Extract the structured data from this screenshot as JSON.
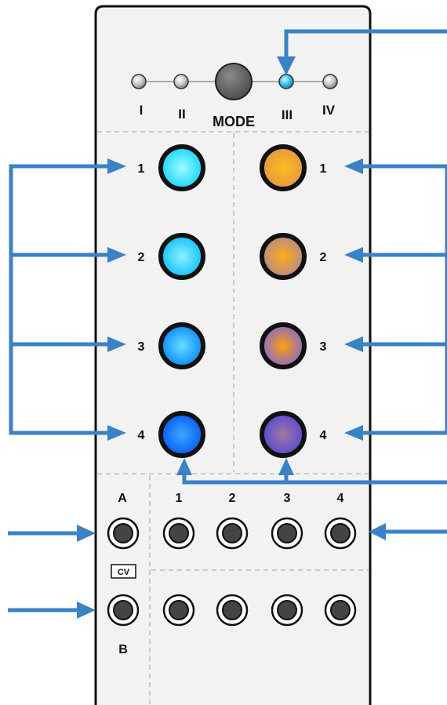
{
  "mode_selector": {
    "label": "MODE",
    "leds": [
      "I",
      "II",
      "III",
      "IV"
    ],
    "active_led": "III"
  },
  "left_column": {
    "labels": [
      "1",
      "2",
      "3",
      "4"
    ],
    "button_colors": [
      "#19e0ff",
      "#14ccff",
      "#0fa4ff",
      "#0a6cff"
    ]
  },
  "right_column": {
    "labels": [
      "1",
      "2",
      "3",
      "4"
    ],
    "button_colors": [
      "#f0a020",
      "#c89860",
      "#9a78b0",
      "#6a50c8"
    ]
  },
  "jack_section": {
    "input_a_label": "A",
    "input_b_label": "B",
    "cv_label": "CV",
    "column_labels": [
      "1",
      "2",
      "3",
      "4"
    ]
  },
  "colors": {
    "arrow": "#3a82c4",
    "panel_fill": "#f2f2f2",
    "divider": "#bbbbbb",
    "led_active": "#39b7f0",
    "led_inactive": "#bfbfbf"
  }
}
